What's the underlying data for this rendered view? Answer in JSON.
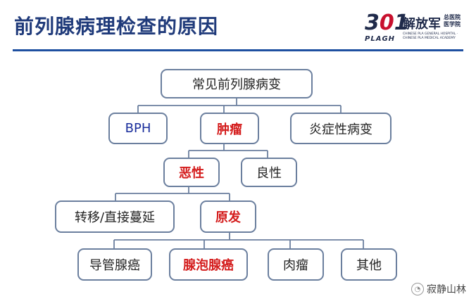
{
  "title": "前列腺病理检查的原因",
  "logo": {
    "mark_left": "3",
    "mark_zero": "0",
    "mark_right": "1",
    "plagh": "PLAGH",
    "cn_big": "解放军",
    "cn_small": "总医院\n医学院",
    "en": "CHINESE PLA GENERAL HOSPITAL · CHINESE PLA MEDICAL ACADEMY"
  },
  "tree": {
    "root": "常见前列腺病变",
    "level1": [
      "BPH",
      "肿瘤",
      "炎症性病变"
    ],
    "level2": [
      "恶性",
      "良性"
    ],
    "level3": [
      "转移/直接蔓延",
      "原发"
    ],
    "level4": [
      "导管腺癌",
      "腺泡腺癌",
      "肉瘤",
      "其他"
    ]
  },
  "watermark": "寂静山林",
  "colors": {
    "title": "#1f3a7a",
    "highlight": "#d41c1c",
    "bph": "#1a2e9c",
    "border": "#6b7f9e",
    "line": "#6b7f9e"
  }
}
